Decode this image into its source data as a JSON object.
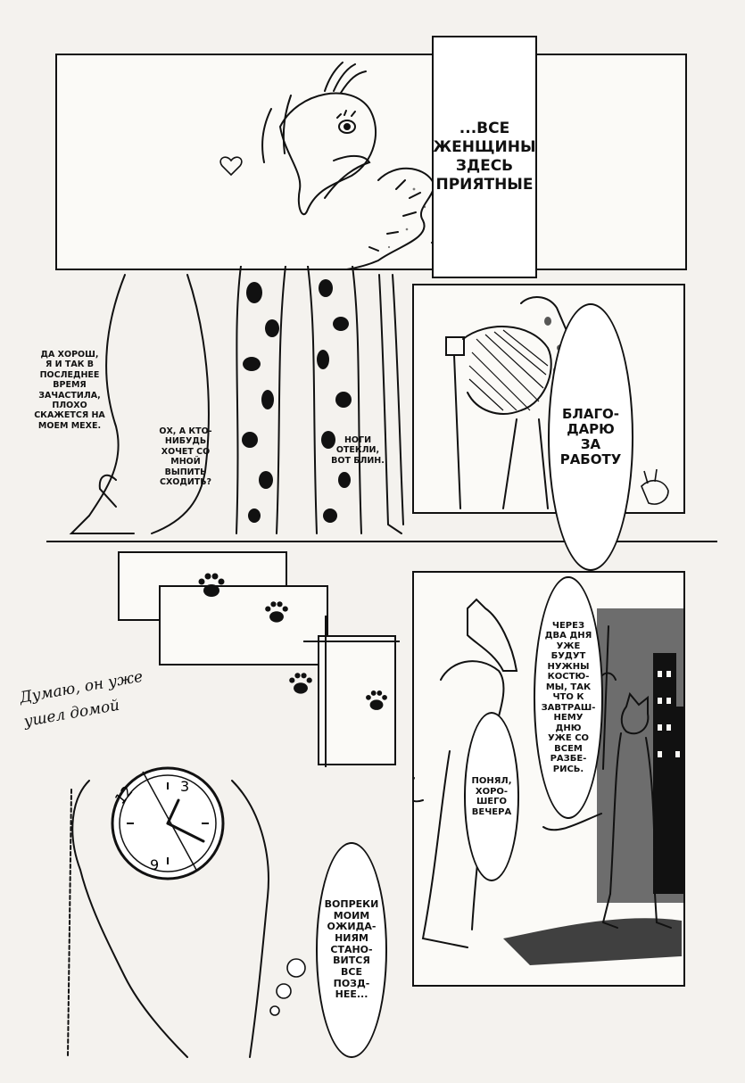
{
  "captions": {
    "women": "...ВСЕ\nЖЕНЩИНЫ\nЗДЕСЬ\nПРИЯТНЫЕ"
  },
  "dialogue": {
    "fur_complaint": "ДА ХОРОШ,\nЯ И ТАК В\nПОСЛЕДНЕЕ\nВРЕМЯ\nЗАЧАСТИЛА,\nПЛОХО\nСКАЖЕТСЯ НА\nМОЕМ МЕХЕ.",
    "drink_invite": "ОХ, А КТО-\nНИБУДЬ\nХОЧЕТ СО\nМНОЙ\nВЫПИТЬ\nСХОДИТЬ?",
    "swollen_legs": "НОГИ\nОТЕКЛИ,\nВОТ БЛИН.",
    "thanks_work": "БЛАГО-\nДАРЮ\nЗА\nРАБОТУ",
    "costumes_notice": "ЧЕРЕЗ\nДВА ДНЯ\nУЖЕ\nБУДУТ\nНУЖНЫ\nКОСТЮ-\nМЫ, ТАК\nЧТО К\nЗАВТРАШ-\nНЕМУ\nДНЮ\nУЖЕ СО\nВСЕМ\nРАЗБЕ-\nРИСЬ.",
    "good_evening": "ПОНЯЛ,\nХОРО-\nШЕГО\nВЕЧЕРА",
    "getting_later": "ВОПРЕКИ\nМОИМ\nОЖИДА-\nНИЯМ\nСТАНО-\nВИТСЯ\nВСЕ\nПОЗД-\nНЕЕ..."
  },
  "handwritten": {
    "went_home": "Думаю, он уже\nушел домой"
  },
  "clock": {
    "numerals": [
      "12",
      "3",
      "9"
    ]
  },
  "colors": {
    "ink": "#111111",
    "paper": "#fbfaf7",
    "screentone": "#6d6d6d"
  },
  "icons": [
    "paw-print-icon",
    "heart-icon"
  ]
}
